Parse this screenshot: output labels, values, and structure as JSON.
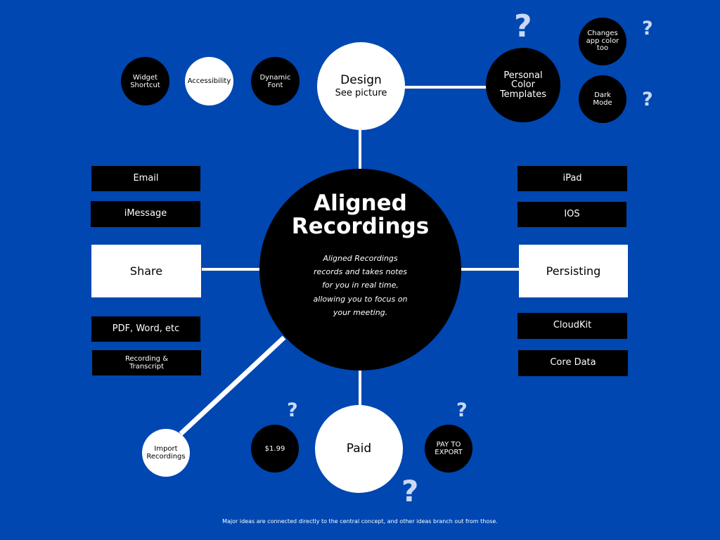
{
  "center": {
    "title_line1": "Aligned",
    "title_line2": "Recordings",
    "desc": "Aligned Recordings records and takes notes for you in real time, allowing you to focus on your meeting."
  },
  "design": {
    "title": "Design",
    "subtitle": "See picture"
  },
  "design_children": {
    "widget_1": "Widget",
    "widget_2": "Shortcut",
    "accessibility": "Accessibility",
    "dynamic_1": "Dynamic",
    "dynamic_2": "Font"
  },
  "personal": {
    "line1": "Personal",
    "line2": "Color",
    "line3": "Templates",
    "changes_1": "Changes",
    "changes_2": "app color",
    "changes_3": "too",
    "dark_1": "Dark",
    "dark_2": "Mode"
  },
  "share": {
    "label": "Share",
    "email": "Email",
    "imessage": "iMessage",
    "pdf": "PDF, Word, etc",
    "rec_1": "Recording &",
    "rec_2": "Transcript"
  },
  "persisting": {
    "label": "Persisting",
    "ipad": "iPad",
    "ios": "IOS",
    "cloudkit": "CloudKit",
    "coredata": "Core Data"
  },
  "paid": {
    "label": "Paid",
    "price": "$1.99",
    "pay_1": "PAY TO",
    "pay_2": "EXPORT"
  },
  "import": {
    "line1": "Import",
    "line2": "Recordings"
  },
  "question_mark": "?",
  "footer": "Major ideas are connected directly to the central concept, and other ideas branch out from those.",
  "colors": {
    "background": "#0047b1",
    "node_dark": "#000000",
    "node_light": "#ffffff",
    "question_mark": "#c9d9f3"
  }
}
